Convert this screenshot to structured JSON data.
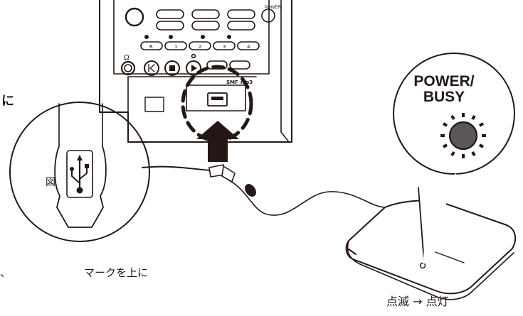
{
  "labels": {
    "partial_ni": "に",
    "figure": "図",
    "partial_comma": "、",
    "mark_up": "マークを上に",
    "blink": "点滅 → 点灯",
    "power_line1": "POWER/",
    "power_line2": "BUSY"
  },
  "device_labels": {
    "power_key": "POWER",
    "r_key": "R",
    "key1": "1",
    "key2": "2",
    "key3": "3",
    "key4": "4",
    "smf": "SMF",
    "mp3": "mp3"
  },
  "colors": {
    "line": "#231815",
    "light_gray": "#c8c9ca",
    "mid_gray": "#8c8c8c",
    "dark_gray": "#595757",
    "arrow": "#231815",
    "background": "#ffffff"
  },
  "icons": {
    "usb_symbol": "usb-trident-icon",
    "led": "power-led-icon"
  }
}
